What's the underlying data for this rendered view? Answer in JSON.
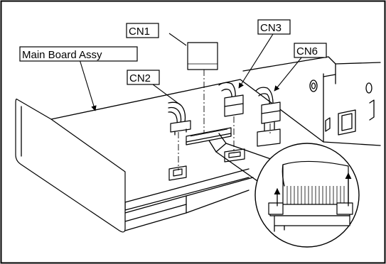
{
  "labels": {
    "cn1": "CN1",
    "cn2": "CN2",
    "cn3": "CN3",
    "cn6": "CN6",
    "main_board": "Main Board Assy"
  },
  "colors": {
    "line": "#000000",
    "background": "#ffffff"
  }
}
